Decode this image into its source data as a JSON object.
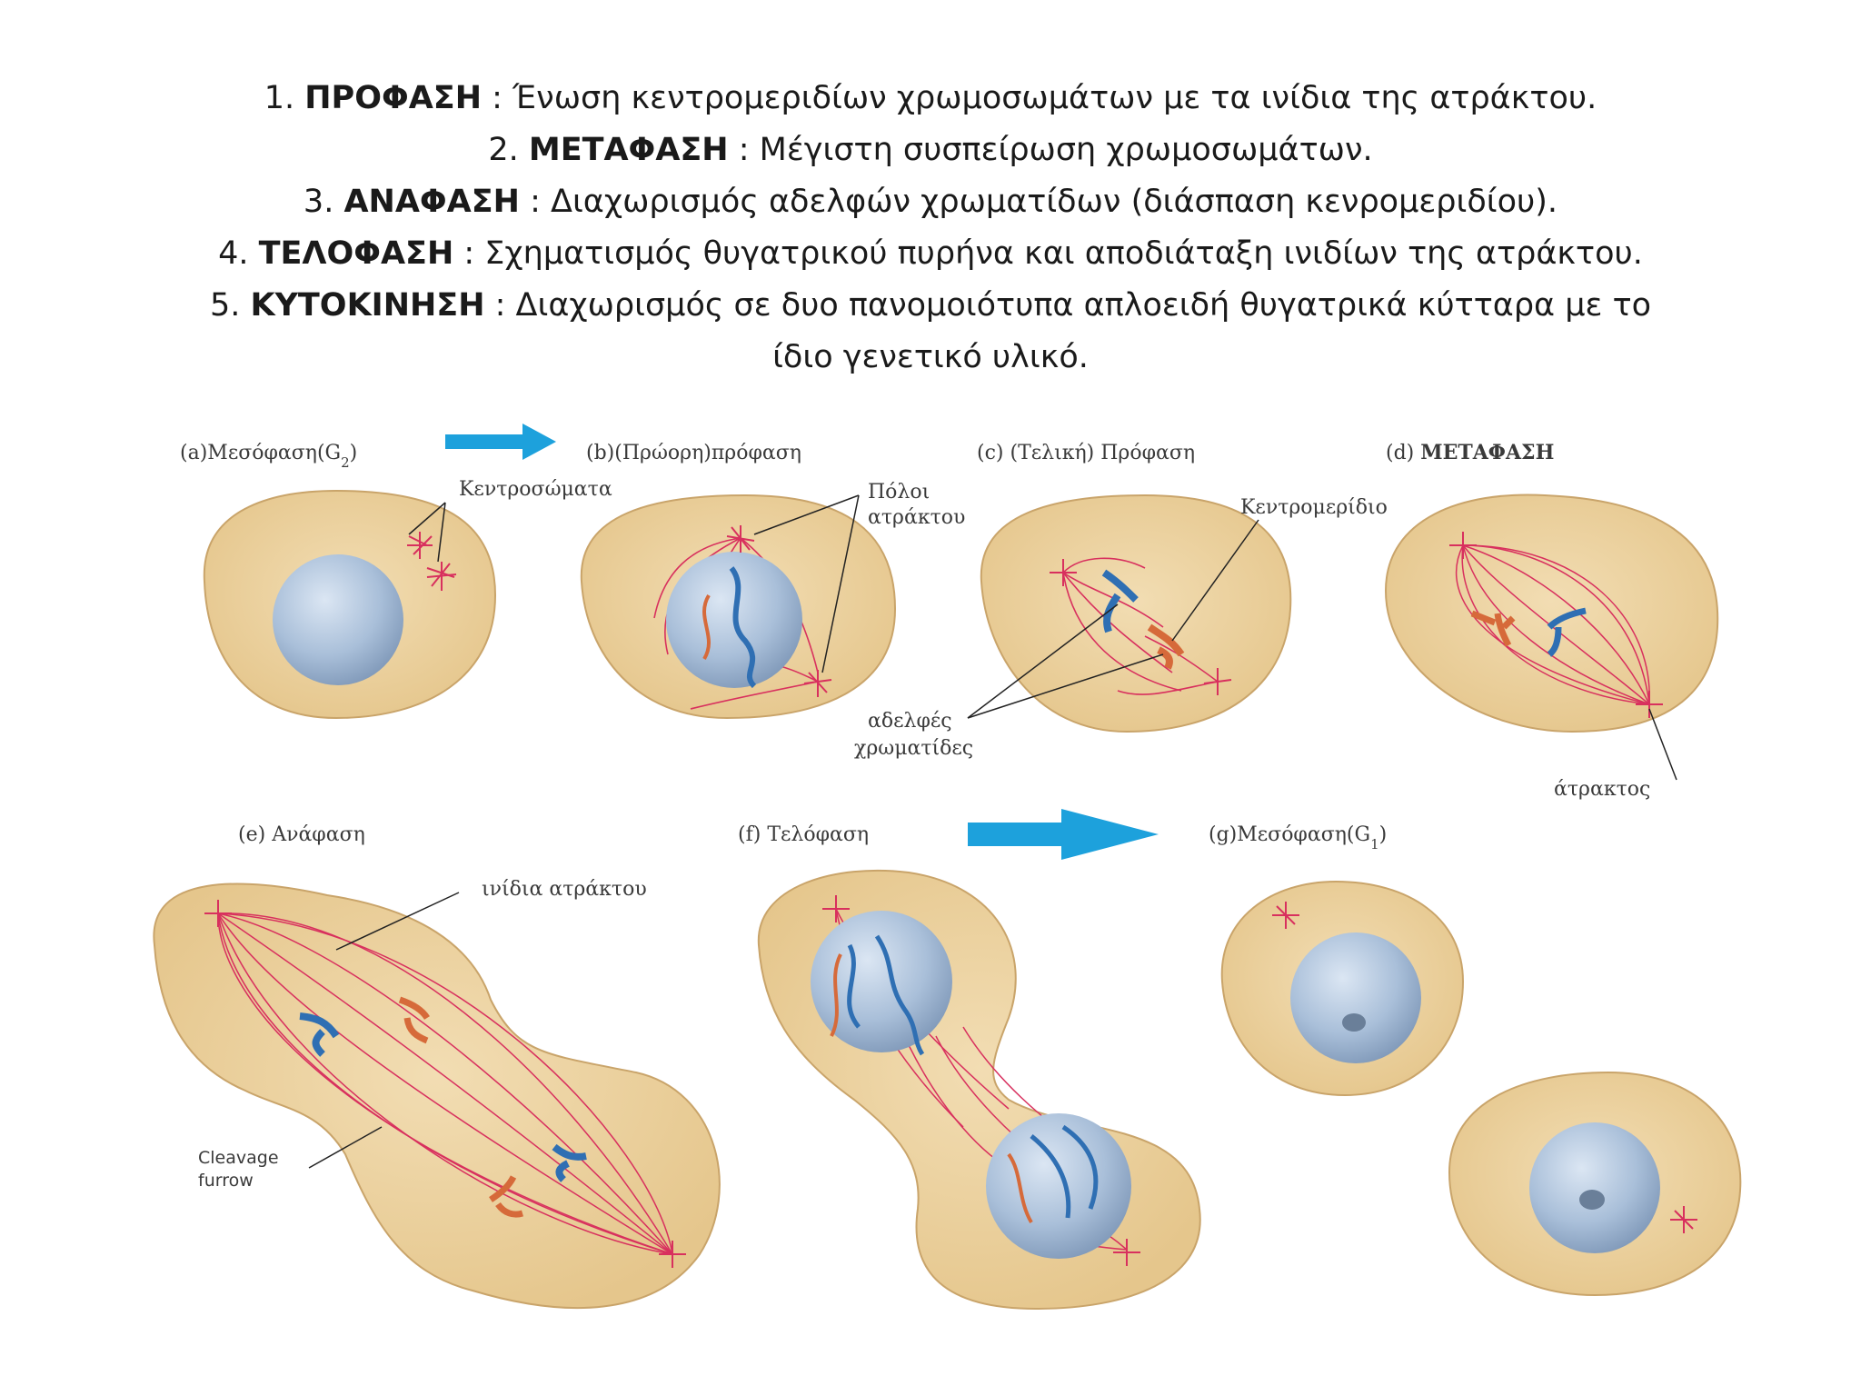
{
  "header": {
    "lines": [
      {
        "num": "1. ",
        "term": "ΠΡΟΦΑΣΗ",
        "desc": " : Ένωση κεντρομεριδίων χρωμοσωμάτων με τα ινίδια της ατράκτου."
      },
      {
        "num": "2. ",
        "term": "ΜΕΤΑΦΑΣΗ",
        "desc": " : Μέγιστη συσπείρωση χρωμοσωμάτων."
      },
      {
        "num": "3. ",
        "term": "ΑΝΑΦΑΣΗ",
        "desc": " : Διαχωρισμός αδελφών χρωματίδων (διάσπαση κενρομεριδίου)."
      },
      {
        "num": "4. ",
        "term": "ΤΕΛΟΦΑΣΗ",
        "desc": " : Σχηματισμός θυγατρικού πυρήνα και αποδιάταξη ινιδίων της ατράκτου."
      },
      {
        "num": "5. ",
        "term": "ΚΥΤΟΚΙΝΗΣΗ",
        "desc": " : Διαχωρισμός σε δυο πανομοιότυπα απλοειδή θυγατρικά κύτταρα με το"
      },
      {
        "num": "",
        "term": "",
        "desc": "ίδιο γενετικό υλικό."
      }
    ]
  },
  "diagram": {
    "panels": {
      "a": {
        "letter": "(a)",
        "title": "Μεσόφαση(G",
        "sub": "2",
        "close": ")"
      },
      "b": {
        "letter": "(b)",
        "title": "(Πρώορη)πρόφαση"
      },
      "c": {
        "letter": "(c)",
        "title": "(Τελική) Πρόφαση"
      },
      "d": {
        "letter": "(d)",
        "title": "ΜΕΤΑΦΑΣΗ"
      },
      "e": {
        "letter": "(e)",
        "title": "Ανάφαση"
      },
      "f": {
        "letter": "(f)",
        "title": "Τελόφαση"
      },
      "g": {
        "letter": "(g)",
        "title": "Μεσόφαση(G",
        "sub": "1",
        "close": ")"
      }
    },
    "labels": {
      "centrosomes": "Κεντροσώματα",
      "spindle_poles_1": "Πόλοι",
      "spindle_poles_2": "ατράκτου",
      "centromere": "Κεντρομερίδιο",
      "sister_chromatids_1": "αδελφές",
      "sister_chromatids_2": "χρωματίδες",
      "spindle": "άτρακτος",
      "spindle_fibers": "ινίδια ατράκτου",
      "cleavage_1": "Cleavage",
      "cleavage_2": "furrow"
    },
    "colors": {
      "cell_fill": "#ecd4a2",
      "cell_edge": "#c9a46a",
      "nucleus": "#a9bfd9",
      "fiber": "#d8305e",
      "chromosome_blue": "#2f6fb3",
      "chromosome_orange": "#d66a3a",
      "arrow": "#1da1dc"
    }
  }
}
